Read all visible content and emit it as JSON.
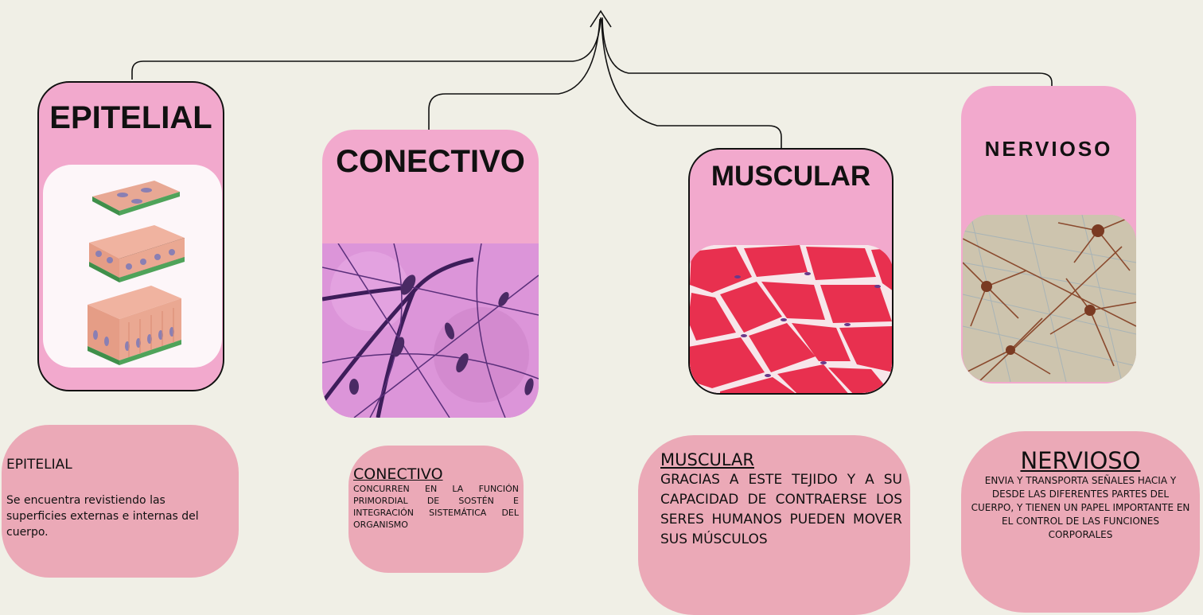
{
  "tissues": [
    {
      "title": "EPITELIAL",
      "image_icon": "epithelial-cells-illustration",
      "description_heading": "EPITELIAL",
      "description_text": "Se encuentra revistiendo las superficies externas e internas del cuerpo."
    },
    {
      "title": "CONECTIVO",
      "image_icon": "connective-tissue-micrograph",
      "description_heading": "CONECTIVO",
      "description_text": "CONCURREN EN LA FUNCIÓN PRIMORDIAL DE SOSTÉN E INTEGRACIÓN SISTEMÁTICA DEL ORGANISMO"
    },
    {
      "title": "MUSCULAR",
      "image_icon": "muscle-tissue-micrograph",
      "description_heading": "MUSCULAR",
      "description_text": "GRACIAS A ESTE TEJIDO Y A SU CAPACIDAD DE CONTRAERSE LOS SERES HUMANOS PUEDEN MOVER SUS MÚSCULOS"
    },
    {
      "title": "NERVIOSO",
      "image_icon": "nerve-tissue-micrograph",
      "description_heading": "NERVIOSO",
      "description_text": "ENVIA Y TRANSPORTA SEÑALES HACIA Y DESDE LAS DIFERENTES PARTES DEL CUERPO, Y TIENEN UN PAPEL IMPORTANTE EN EL CONTROL DE LAS FUNCIONES CORPORALES"
    }
  ],
  "colors": {
    "background": "#f0efe6",
    "card": "#f2a9cd",
    "description_box": "#eba9b7",
    "line": "#111111"
  }
}
